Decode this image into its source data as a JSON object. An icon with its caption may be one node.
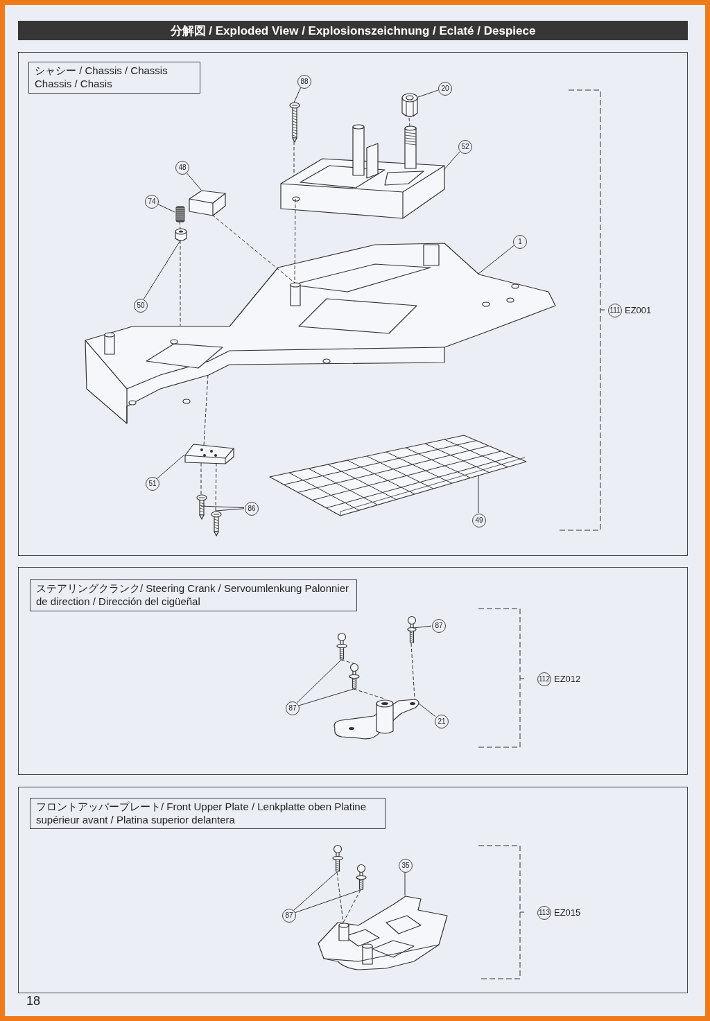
{
  "diagram": {
    "title": "分解図 / Exploded View / Explosionszeichnung / Eclaté / Despiece",
    "nodes": [
      {
        "text": [],
        "shape": "box"
      },
      {
        "text": [
          "シャシー / Chassis / Chassis Chassis / Chasis"
        ],
        "in": 0
      },
      {
        "text": [
          "88"
        ],
        "in": 0
      },
      {
        "text": [],
        "shape": "picture",
        "in": 0
      },
      {
        "text": [
          "20"
        ],
        "in": 0
      },
      {
        "text": [],
        "shape": "picture",
        "in": 0
      },
      {
        "text": [
          "52"
        ],
        "in": 0
      },
      {
        "text": [],
        "shape": "picture",
        "in": 0
      },
      {
        "text": [
          "48"
        ],
        "in": 0
      },
      {
        "text": [],
        "shape": "picture",
        "in": 0
      },
      {
        "text": [
          "74"
        ],
        "in": 0
      },
      {
        "text": [],
        "shape": "picture",
        "in": 0
      },
      {
        "text": [
          "50"
        ],
        "in": 0
      },
      {
        "text": [],
        "shape": "picture",
        "in": 0
      },
      {
        "text": [
          "1"
        ],
        "in": 0
      },
      {
        "text": [],
        "shape": "picture",
        "in": 0
      },
      {
        "text": [
          "51"
        ],
        "in": 0
      },
      {
        "text": [],
        "shape": "picture",
        "in": 0
      },
      {
        "text": [
          "86"
        ],
        "in": 0
      },
      {
        "text": [],
        "shape": "picture",
        "in": 0
      },
      {
        "text": [],
        "shape": "picture",
        "in": 0
      },
      {
        "text": [
          "49"
        ],
        "in": 0
      },
      {
        "text": [],
        "shape": "picture",
        "in": 0
      },
      {
        "text": [],
        "shape": "box"
      },
      {
        "text": [
          "ステアリングクランク/ Steering Crank / Servoumlenkung Palonnier de direction / Dirección del cigüeñal"
        ],
        "in": 23
      },
      {
        "text": [
          "87"
        ],
        "in": 23
      },
      {
        "text": [],
        "shape": "picture",
        "in": 23
      },
      {
        "text": [
          "87"
        ],
        "in": 23
      },
      {
        "text": [],
        "shape": "picture",
        "in": 23
      },
      {
        "text": [],
        "shape": "picture",
        "in": 23
      },
      {
        "text": [
          "21"
        ],
        "in": 23
      },
      {
        "text": [],
        "shape": "picture",
        "in": 23
      },
      {
        "text": [],
        "shape": "box"
      },
      {
        "text": [
          "フロントアッパープレート/ Front Upper Plate / Lenkplatte oben Platine supérieur avant / Platina superior delantera"
        ],
        "in": 32
      },
      {
        "text": [
          "87"
        ],
        "in": 32
      },
      {
        "text": [],
        "shape": "picture",
        "in": 32
      },
      {
        "text": [],
        "shape": "picture",
        "in": 32
      },
      {
        "text": [
          "35"
        ],
        "in": 32
      },
      {
        "text": [],
        "shape": "picture",
        "in": 32
      },
      {
        "text": [
          "111"
        ],
        "beside": [
          "EZ001"
        ],
        "in": 0
      },
      {
        "text": [
          "112"
        ],
        "beside": [
          "EZ012"
        ],
        "in": 23
      },
      {
        "text": [
          "113"
        ],
        "beside": [
          "EZ015"
        ],
        "in": 32
      }
    ],
    "edges": [
      {
        "from": 2,
        "to": 3,
        "arrow": "none"
      },
      {
        "from": 4,
        "to": 5,
        "arrow": "none"
      },
      {
        "from": 6,
        "to": 7,
        "arrow": "none"
      },
      {
        "from": 8,
        "to": 9,
        "arrow": "none"
      },
      {
        "from": 10,
        "to": 11,
        "arrow": "none"
      },
      {
        "from": 12,
        "to": 13,
        "arrow": "none"
      },
      {
        "from": 14,
        "to": 15,
        "arrow": "none"
      },
      {
        "from": 16,
        "to": 17,
        "arrow": "none"
      },
      {
        "from": 18,
        "to": 19,
        "arrow": "none"
      },
      {
        "from": 18,
        "to": 20,
        "arrow": "none"
      },
      {
        "from": 21,
        "to": 22,
        "arrow": "none"
      },
      {
        "from": 3,
        "to": 7,
        "arrow": "none",
        "style": "dashed"
      },
      {
        "from": 5,
        "to": 7,
        "arrow": "none",
        "style": "dashed"
      },
      {
        "from": 7,
        "to": 15,
        "arrow": "none",
        "style": "dashed"
      },
      {
        "from": 9,
        "to": 15,
        "arrow": "none",
        "style": "dashed"
      },
      {
        "from": 11,
        "to": 13,
        "arrow": "none",
        "style": "dashed"
      },
      {
        "from": 13,
        "to": 15,
        "arrow": "none",
        "style": "dashed"
      },
      {
        "from": 17,
        "to": 15,
        "arrow": "none",
        "style": "dashed"
      },
      {
        "from": 19,
        "to": 17,
        "arrow": "none",
        "style": "dashed"
      },
      {
        "from": 20,
        "to": 17,
        "arrow": "none",
        "style": "dashed"
      },
      {
        "from": 25,
        "to": 26,
        "arrow": "none"
      },
      {
        "from": 27,
        "to": 28,
        "arrow": "none"
      },
      {
        "from": 27,
        "to": 29,
        "arrow": "none"
      },
      {
        "from": 30,
        "to": 31,
        "arrow": "none"
      },
      {
        "from": 26,
        "to": 31,
        "arrow": "none",
        "style": "dashed"
      },
      {
        "from": 28,
        "to": 29,
        "arrow": "none",
        "style": "dashed"
      },
      {
        "from": 29,
        "to": 31,
        "arrow": "none",
        "style": "dashed"
      },
      {
        "from": 34,
        "to": 35,
        "arrow": "none"
      },
      {
        "from": 34,
        "to": 36,
        "arrow": "none"
      },
      {
        "from": 37,
        "to": 38,
        "arrow": "none"
      },
      {
        "from": 35,
        "to": 38,
        "arrow": "none",
        "style": "dashed"
      },
      {
        "from": 36,
        "to": 38,
        "arrow": "none",
        "style": "dashed"
      }
    ],
    "labels": [
      "18"
    ]
  }
}
